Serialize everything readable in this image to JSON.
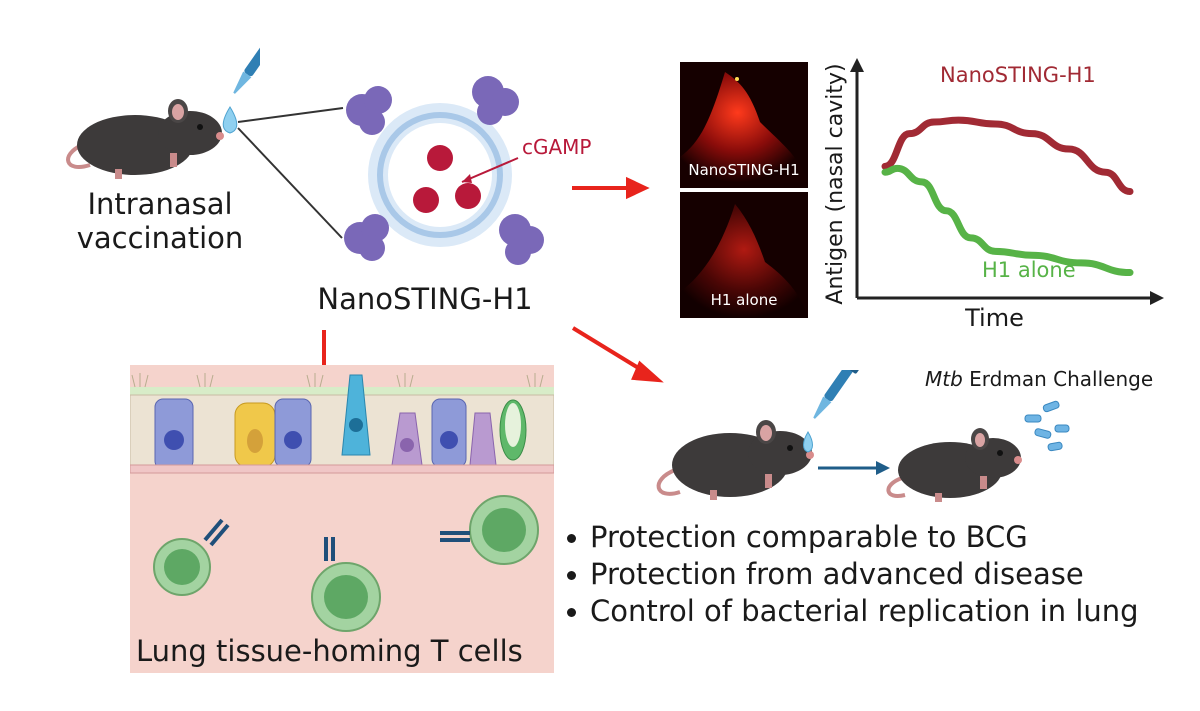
{
  "labels": {
    "intranasal": "Intranasal vaccination",
    "nanosting": "NanoSTING-H1",
    "cgamp": "cGAMP",
    "lung_tcells": "Lung tissue-homing T cells",
    "mtb_italic": "Mtb",
    "mtb_rest": " Erdman Challenge"
  },
  "images": [
    {
      "caption": "NanoSTING-H1"
    },
    {
      "caption": "H1 alone"
    }
  ],
  "bullets": [
    "Protection comparable to BCG",
    "Protection from advanced disease",
    "Control of bacterial replication in lung"
  ],
  "colors": {
    "arrow_red": "#e8241c",
    "nanosting_series": "#a12a34",
    "h1_series": "#57b347",
    "protein": "#7a68b8",
    "cgamp_bead": "#b8193a",
    "tissue_bg": "#f5d3cc"
  },
  "chart_data": {
    "type": "line",
    "xlabel": "Time",
    "ylabel": "Antigen (nasal cavity)",
    "series": [
      {
        "name": "NanoSTING-H1",
        "x": [
          0,
          0.1,
          0.2,
          0.3,
          0.45,
          0.6,
          0.75,
          0.9,
          1.0
        ],
        "y": [
          0.63,
          0.8,
          0.86,
          0.87,
          0.85,
          0.8,
          0.72,
          0.6,
          0.5
        ]
      },
      {
        "name": "H1 alone",
        "x": [
          0,
          0.05,
          0.15,
          0.25,
          0.35,
          0.45,
          0.6,
          0.8,
          1.0
        ],
        "y": [
          0.6,
          0.62,
          0.55,
          0.4,
          0.26,
          0.19,
          0.17,
          0.13,
          0.08
        ]
      }
    ]
  }
}
